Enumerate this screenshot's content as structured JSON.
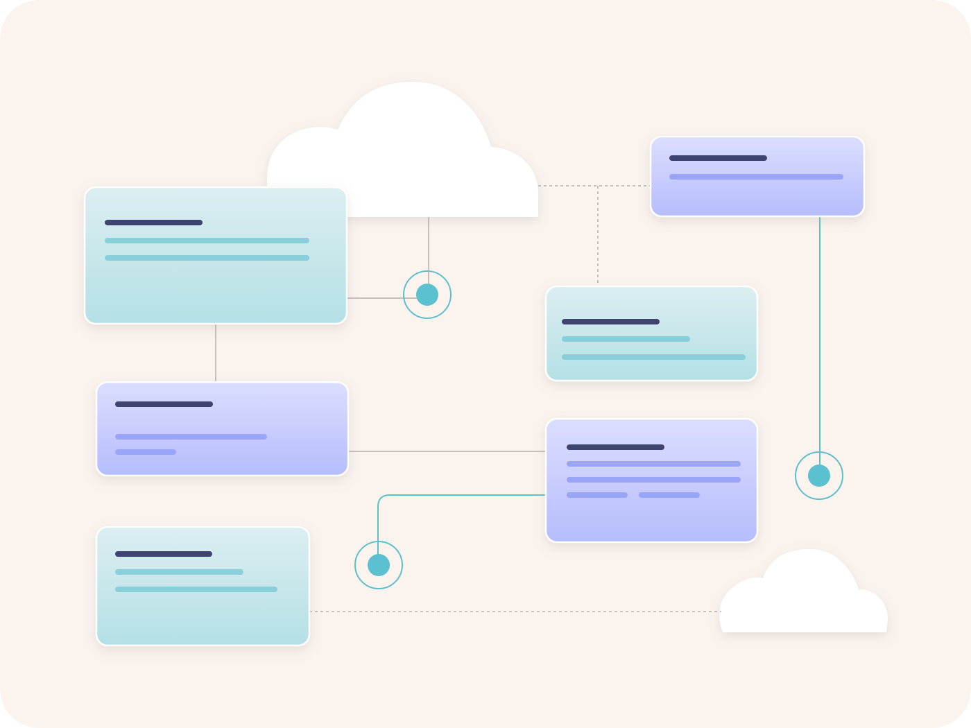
{
  "colors": {
    "background": "#FAF3EE",
    "teal_card_top": "#DCEEF1",
    "teal_card_bottom": "#B4E0E5",
    "violet_card_top": "#DCDEFE",
    "violet_card_bottom": "#B5BDFC",
    "title_bar": "#3E4470",
    "teal_line": "#88CFDA",
    "violet_line": "#9AA5F8",
    "teal_connector": "#5DBFCC",
    "gray_connector": "#B4ACA8",
    "node_fill": "#5BC0CF",
    "cloud": "#FFFFFF"
  },
  "diagram": {
    "clouds": [
      {
        "name": "cloud-large"
      },
      {
        "name": "cloud-small"
      }
    ],
    "cards": [
      {
        "name": "card-teal-top-left",
        "style": "teal",
        "line_count": 3
      },
      {
        "name": "card-violet-middle-left",
        "style": "violet",
        "line_count": 3
      },
      {
        "name": "card-teal-bottom-left",
        "style": "teal",
        "line_count": 3
      },
      {
        "name": "card-violet-top-right",
        "style": "violet",
        "line_count": 2
      },
      {
        "name": "card-teal-center-right",
        "style": "teal",
        "line_count": 3
      },
      {
        "name": "card-violet-center-right",
        "style": "violet",
        "line_count": 4
      }
    ],
    "nodes": [
      {
        "name": "node-upper"
      },
      {
        "name": "node-right"
      },
      {
        "name": "node-lower"
      }
    ],
    "connectors": [
      {
        "name": "connector-cloud-to-node",
        "style": "solid-gray"
      },
      {
        "name": "connector-card-to-node",
        "style": "solid-gray"
      },
      {
        "name": "connector-card-to-card-vertical",
        "style": "solid-gray"
      },
      {
        "name": "connector-card-to-card-horizontal",
        "style": "solid-gray"
      },
      {
        "name": "connector-cloud-to-card-dashed",
        "style": "dashed-gray"
      },
      {
        "name": "connector-branch-dashed",
        "style": "dashed-gray"
      },
      {
        "name": "connector-card-to-cloud-dashed",
        "style": "dashed-gray"
      },
      {
        "name": "connector-card-to-node-teal",
        "style": "solid-teal"
      },
      {
        "name": "connector-elbow-teal",
        "style": "solid-teal"
      }
    ]
  }
}
